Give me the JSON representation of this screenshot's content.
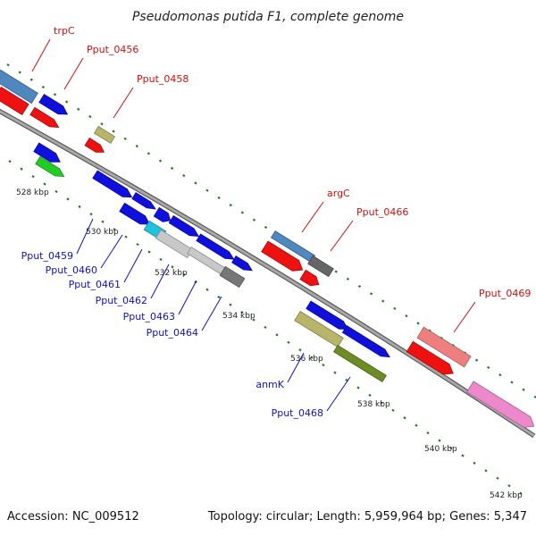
{
  "title": "Pseudomonas putida F1, complete genome",
  "footer": {
    "accession": "Accession: NC_009512",
    "topology": "Topology: circular; Length: 5,959,964 bp; Genes: 5,347"
  },
  "colors": {
    "backbone": "#8a8a8a",
    "tick": "#1e7d1e",
    "label_plus": "#cc1111",
    "label_minus": "#1111bb"
  },
  "ticks": [
    {
      "label": "528 kbp"
    },
    {
      "label": "530 kbp"
    },
    {
      "label": "532 kbp"
    },
    {
      "label": "534 kbp"
    },
    {
      "label": "536 kbp"
    },
    {
      "label": "538 kbp"
    },
    {
      "label": "540 kbp"
    },
    {
      "label": "542 kbp"
    }
  ],
  "labels": [
    {
      "text": "trpC",
      "strand": "plus"
    },
    {
      "text": "Pput_0456",
      "strand": "plus"
    },
    {
      "text": "Pput_0458",
      "strand": "plus"
    },
    {
      "text": "argC",
      "strand": "plus"
    },
    {
      "text": "Pput_0466",
      "strand": "plus"
    },
    {
      "text": "Pput_0469",
      "strand": "plus"
    },
    {
      "text": "Pput_0459",
      "strand": "minus"
    },
    {
      "text": "Pput_0460",
      "strand": "minus"
    },
    {
      "text": "Pput_0461",
      "strand": "minus"
    },
    {
      "text": "Pput_0462",
      "strand": "minus"
    },
    {
      "text": "Pput_0463",
      "strand": "minus"
    },
    {
      "text": "Pput_0464",
      "strand": "minus"
    },
    {
      "text": "anmK",
      "strand": "minus"
    },
    {
      "text": "Pput_0468",
      "strand": "minus"
    }
  ]
}
